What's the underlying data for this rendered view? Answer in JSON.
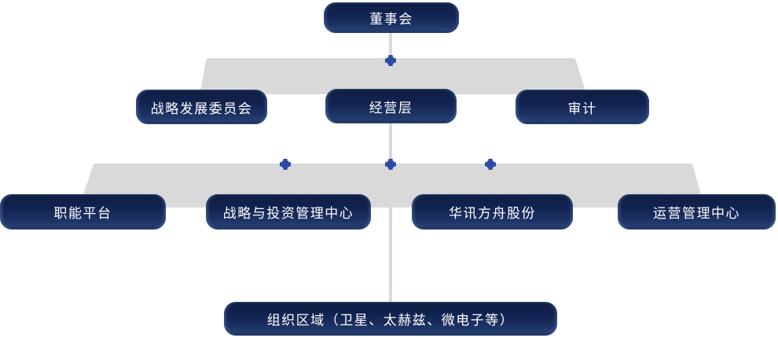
{
  "diagram": {
    "type": "org-chart",
    "background": "#ffffff",
    "colors": {
      "node_gradient_top": "#101e41",
      "node_gradient_bottom": "#243e70",
      "node_text": "#ffffff",
      "band_gray": "#d9d9d9",
      "connector_line_gray": "#d9d9d9",
      "junction_cross_blue": "#2b4aa5"
    },
    "levels": {
      "level1": {
        "board": "董事会"
      },
      "level2": {
        "strategy_committee": "战略发展委员会",
        "management": "经营层",
        "audit": "审计"
      },
      "level3": {
        "functional_platform": "职能平台",
        "strategy_investment_center": "战略与投资管理中心",
        "huaxun_ark_shares": "华讯方舟股份",
        "operations_center": "运营管理中心"
      },
      "level4": {
        "org_regions": "组织区域（卫星、太赫兹、微电子等）"
      }
    }
  }
}
